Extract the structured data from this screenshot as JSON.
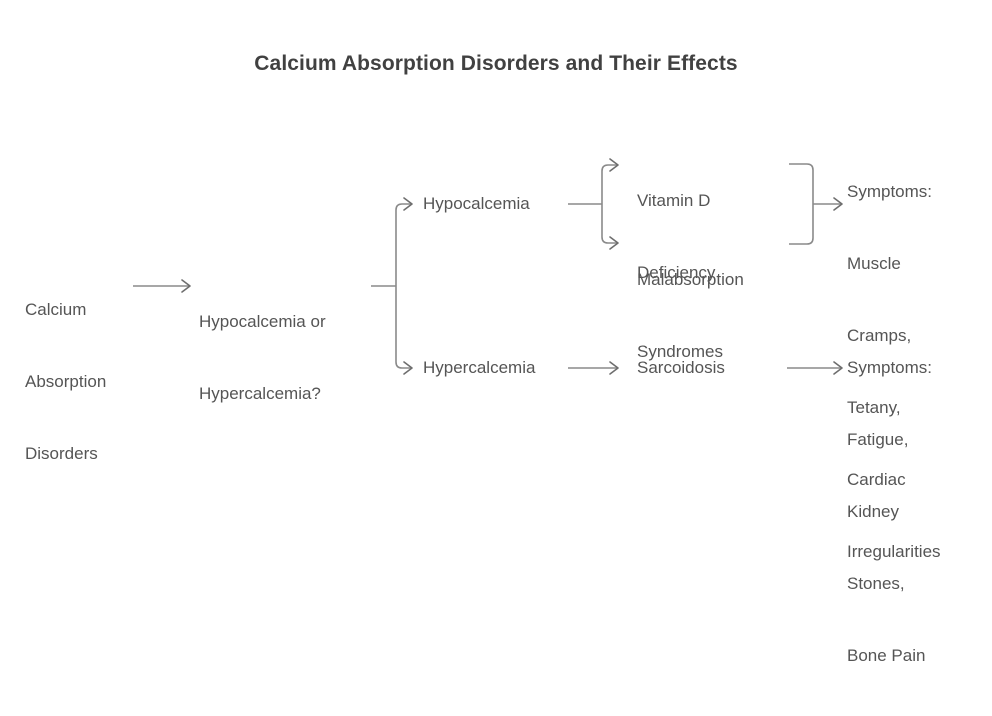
{
  "title": "Calcium Absorption Disorders and Their Effects",
  "colors": {
    "background": "#ffffff",
    "title_text": "#414141",
    "node_text": "#555555",
    "edge_line": "#8a8a8a",
    "arrowhead": "#6e6e6e"
  },
  "nodes": {
    "start": "Calcium Absorption Disorders",
    "decision": "Hypocalcemia or Hypercalcemia?",
    "hypocalcemia": "Hypocalcemia",
    "hypercalcemia": "Hypercalcemia",
    "vitamin_d_deficiency": "Vitamin D Deficiency",
    "malabsorption_syndromes": "Malabsorption Syndromes",
    "sarcoidosis": "Sarcoidosis",
    "hypo_symptoms": "Symptoms: Muscle Cramps, Tetany, Cardiac Irregularities",
    "hyper_symptoms": "Symptoms: Fatigue, Kidney Stones, Bone Pain"
  },
  "node_lines": {
    "start": [
      "Calcium",
      "Absorption",
      "Disorders"
    ],
    "decision": [
      "Hypocalcemia or",
      "Hypercalcemia?"
    ],
    "hypocalcemia": [
      "Hypocalcemia"
    ],
    "hypercalcemia": [
      "Hypercalcemia"
    ],
    "vitamin_d_deficiency": [
      "Vitamin D",
      "Deficiency"
    ],
    "malabsorption_syndromes": [
      "Malabsorption",
      "Syndromes"
    ],
    "sarcoidosis": [
      "Sarcoidosis"
    ],
    "hypo_symptoms": [
      "Symptoms:",
      "Muscle",
      "Cramps,",
      "Tetany,",
      "Cardiac",
      "Irregularities"
    ],
    "hyper_symptoms": [
      "Symptoms:",
      "Fatigue,",
      "Kidney",
      "Stones,",
      "Bone Pain"
    ]
  },
  "edges": [
    {
      "id": "start-to-decision",
      "from": "start",
      "to": "decision",
      "type": "arrow",
      "label": ""
    },
    {
      "id": "decision-split",
      "from": "decision",
      "to": "hypocalcemia,hypercalcemia",
      "type": "split-arrow",
      "label": ""
    },
    {
      "id": "hypocalcemia-to-split",
      "from": "hypocalcemia",
      "to": "causes-split",
      "type": "line",
      "label": ""
    },
    {
      "id": "causes-split",
      "from": "causes-split",
      "to": "vitamin_d_deficiency,malabsorption_syndromes",
      "type": "split-arrow",
      "label": ""
    },
    {
      "id": "causes-merge",
      "from": "vitamin_d_deficiency,malabsorption_syndromes",
      "to": "hypo_symptoms",
      "type": "merge-arrow",
      "label": ""
    },
    {
      "id": "hypercalcemia-to-sarcoidosis",
      "from": "hypercalcemia",
      "to": "sarcoidosis",
      "type": "arrow",
      "label": ""
    },
    {
      "id": "sarcoidosis-to-symptoms",
      "from": "sarcoidosis",
      "to": "hyper_symptoms",
      "type": "arrow",
      "label": ""
    }
  ]
}
